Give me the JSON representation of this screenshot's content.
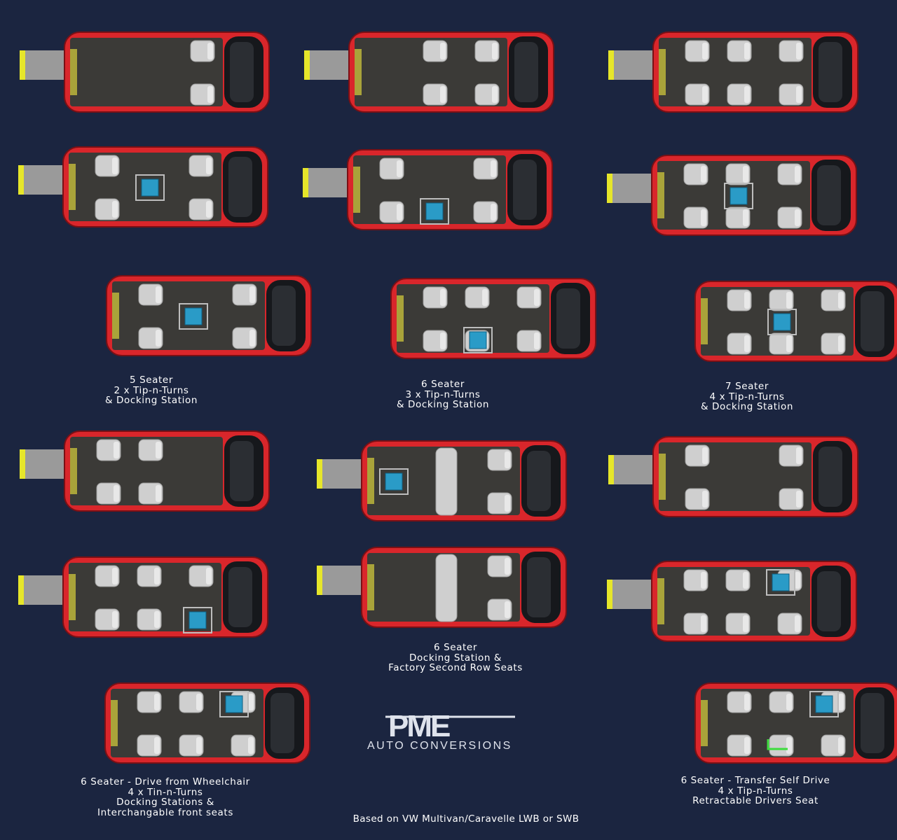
{
  "captions": {
    "c1": [
      "5 Seater",
      "2 x Tip-n-Turns",
      "& Docking Station"
    ],
    "c2": [
      "6 Seater",
      "3 x Tip-n-Turns",
      "& Docking Station"
    ],
    "c3": [
      "7 Seater",
      "4 x Tip-n-Turns",
      "& Docking Station"
    ],
    "c4": [
      "6 Seater",
      "Docking Station &",
      "Factory Second Row Seats"
    ],
    "c5": [
      "6 Seater - Drive from Wheelchair",
      "4 x Tin-n-Turns",
      "Docking Stations &",
      "Interchangable front seats"
    ],
    "c6": [
      "6 Seater - Transfer Self Drive",
      "4 x Tip-n-Turns",
      "Retractable Drivers Seat"
    ]
  },
  "logo": {
    "word": "PME",
    "sub": "AUTO CONVERSIONS"
  },
  "footer": "Based on VW Multivan/Caravelle LWB or SWB",
  "colors": {
    "background": "#1b2540",
    "van_body": "#d9262b",
    "floor": "#3b3a37",
    "seat": "#cfcfcf",
    "wheelchair": "#2a9bc7",
    "ramp": "#9a9a9a",
    "ramp_edge": "#e6e62a",
    "control": "#3ddc3d"
  },
  "layouts": [
    {
      "id": "v1",
      "ramp": true,
      "rows": [],
      "front": true,
      "wc": []
    },
    {
      "id": "v2",
      "ramp": true,
      "rows": [
        1
      ],
      "front": true,
      "wc": []
    },
    {
      "id": "v3",
      "ramp": true,
      "rows": [
        0,
        1
      ],
      "front": true,
      "wc": []
    },
    {
      "id": "v4",
      "ramp": true,
      "rows": [
        0
      ],
      "front": true,
      "wc": [
        "center"
      ]
    },
    {
      "id": "v5",
      "ramp": true,
      "rows": [
        0
      ],
      "front": true,
      "wc": [
        "lower"
      ]
    },
    {
      "id": "v6",
      "ramp": true,
      "rows": [
        0,
        1
      ],
      "front": true,
      "wc": [
        "center"
      ]
    },
    {
      "id": "v7",
      "ramp": false,
      "rows": [
        0
      ],
      "front": true,
      "wc": [
        "center"
      ]
    },
    {
      "id": "v8",
      "ramp": false,
      "rows": [
        0,
        1
      ],
      "front": true,
      "wc": [
        "lower"
      ]
    },
    {
      "id": "v9",
      "ramp": false,
      "rows": [
        0,
        1
      ],
      "front": true,
      "wc": [
        "center"
      ]
    },
    {
      "id": "v10",
      "ramp": true,
      "rows": [
        0,
        1
      ],
      "front": false,
      "wc": []
    },
    {
      "id": "v11",
      "ramp": true,
      "rows": [],
      "front": true,
      "wc": [
        "rear"
      ],
      "bench": true
    },
    {
      "id": "v12",
      "ramp": true,
      "rows": [
        0
      ],
      "front": true,
      "wc": []
    },
    {
      "id": "v13",
      "ramp": true,
      "rows": [
        0,
        1
      ],
      "front": true,
      "wc": [
        "driver"
      ]
    },
    {
      "id": "v14",
      "ramp": true,
      "rows": [],
      "front": true,
      "wc": [],
      "bench": true
    },
    {
      "id": "v15",
      "ramp": true,
      "rows": [
        0,
        1
      ],
      "front": true,
      "wc": [
        "upper"
      ]
    },
    {
      "id": "v16",
      "ramp": false,
      "rows": [
        0,
        1
      ],
      "front": true,
      "wc": [
        "driver-top"
      ]
    },
    {
      "id": "v17",
      "ramp": false,
      "rows": [
        0,
        1
      ],
      "front": true,
      "wc": [
        "upper"
      ],
      "control": true
    }
  ]
}
